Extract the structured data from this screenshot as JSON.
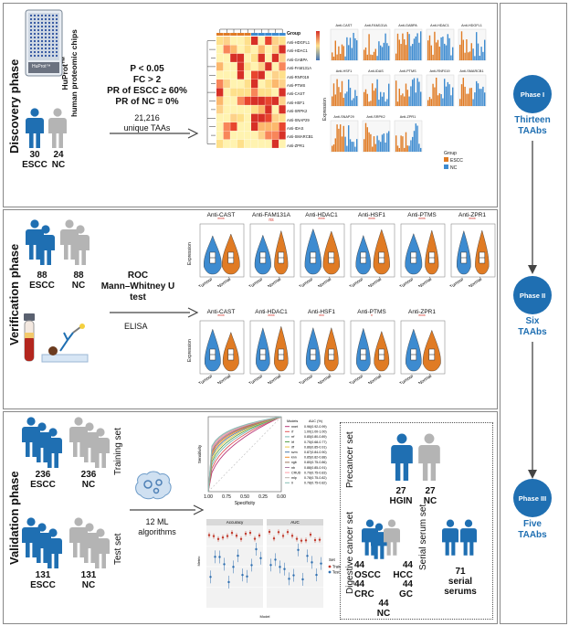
{
  "phases": {
    "discovery": {
      "label": "Discovery  phase",
      "chip_label": "HuProt™",
      "chip_text_line1": "HuProt™",
      "chip_text_line2": "human proteomic chips",
      "group1_n": "30",
      "group1_name": "ESCC",
      "group2_n": "24",
      "group2_name": "NC",
      "criteria": [
        "P < 0.05",
        "FC > 2",
        "PR of ESCC ≥ 60%",
        "PR of NC = 0%"
      ],
      "count_line1": "21,216",
      "count_line2": "unique TAAs",
      "heatmap_group_label": "Group",
      "heatmap_rows": [
        "Anti-HDGFL1",
        "Anti-HDAC1",
        "Anti-GABPA",
        "Anti-FAM131A",
        "Anti-RNF019",
        "Anti-PTMS",
        "Anti-CAST",
        "Anti-HSF1",
        "Anti-SRPK2",
        "Anti-SNAP29",
        "Anti-IDAS",
        "Anti-SMARCB1",
        "Anti-ZPR1"
      ],
      "mini_titles": [
        "Anti-CAST",
        "Anti-FAM131A",
        "Anti-GABPA",
        "Anti-HDAC1",
        "Anti-HDGFL1",
        "Anti-HSF1",
        "Anti-IDAS",
        "Anti-PTMS",
        "Anti-RNF019",
        "Anti-SMARCB1",
        "Anti-SNAP29",
        "Anti-SRPK2",
        "Anti-ZPR1"
      ],
      "mini_ylabel": "Expression",
      "legend_title": "Group",
      "legend_items": [
        "ESCC",
        "NC"
      ]
    },
    "verification": {
      "label": "Verification  phase",
      "group1_n": "88",
      "group1_name": "ESCC",
      "group2_n": "88",
      "group2_name": "NC",
      "method_line1": "ROC",
      "method_line2": "Mann–Whitney U",
      "method_line3": "test",
      "method_line4": "ELISA",
      "row1_titles": [
        "Anti-CAST",
        "Anti-FAM131A",
        "Anti-HDAC1",
        "Anti-HSF1",
        "Anti-PTMS",
        "Anti-ZPR1"
      ],
      "row1_sig": [
        "****",
        "ns",
        "****",
        "****",
        "****",
        "****"
      ],
      "row2_titles": [
        "Anti-CAST",
        "Anti-HDAC1",
        "Anti-HSF1",
        "Anti-PTMS",
        "Anti-ZPR1"
      ],
      "row2_sig": [
        "****",
        "****",
        "***",
        "*",
        "****"
      ],
      "ylabel": "Expression",
      "x_labels": [
        "Tumour",
        "Normal"
      ]
    },
    "validation": {
      "label": "Validation  phase",
      "train_n1": "236",
      "train_name1": "ESCC",
      "train_n2": "236",
      "train_name2": "NC",
      "test_n1": "131",
      "test_name1": "ESCC",
      "test_n2": "131",
      "test_name2": "NC",
      "training_set_label": "Training set",
      "test_set_label": "Test set",
      "ml_line1": "12 ML",
      "ml_line2": "algorithms",
      "roc_xlabel": "Specificity",
      "roc_ylabel": "Sensitivity",
      "roc_xticks": [
        "1.00",
        "0.75",
        "0.50",
        "0.25",
        "0.00"
      ],
      "roc_legend_header1": "Models",
      "roc_legend_header2": "AUC (%)",
      "roc_models": [
        {
          "name": "nnet",
          "auc": "0.96(0.92-0.99)"
        },
        {
          "name": "rf",
          "auc": "1.00(1.00-1.00)"
        },
        {
          "name": "rrf",
          "auc": "0.85(0.80-0.89)"
        },
        {
          "name": "lrf",
          "auc": "0.75(0.68-0.77)"
        },
        {
          "name": "rff",
          "auc": "0.86(0.85-0.91)"
        },
        {
          "name": "svm",
          "auc": "0.87(0.84-0.90)"
        },
        {
          "name": "knn",
          "auc": "0.85(0.82-0.88)"
        },
        {
          "name": "xgb",
          "auc": "0.80(0.75-0.86)"
        },
        {
          "name": "nb",
          "auc": "0.88(0.85-0.91)"
        },
        {
          "name": "CRUD",
          "auc": "0.79(0.75-0.83)"
        },
        {
          "name": "mlp",
          "auc": "0.78(0.75-0.82)"
        },
        {
          "name": "lr",
          "auc": "0.78(0.75-0.82)"
        }
      ],
      "facet_titles": [
        "Accuracy",
        "AUC"
      ],
      "perf_ylabel": "Metric",
      "perf_xlabel": "Model",
      "perf_legend_title": "Set",
      "perf_legend_items": [
        "Train",
        "Test"
      ],
      "precancer_label": "Precancer set",
      "precancer_n1": "27",
      "precancer_name1": "HGIN",
      "precancer_n2": "27",
      "precancer_name2": "NC",
      "digestive_label": "Digestive cancer set",
      "serial_label": "Serial serum set",
      "digestive_counts": [
        {
          "n": "44",
          "name": "OSCC"
        },
        {
          "n": "44",
          "name": "HCC"
        },
        {
          "n": "44",
          "name": "CRC"
        },
        {
          "n": "44",
          "name": "GC"
        },
        {
          "n": "44",
          "name": "NC"
        }
      ],
      "serial_n": "71",
      "serial_line1": "serial",
      "serial_line2": "serums"
    }
  },
  "timeline": [
    {
      "badge": "Phase I",
      "name_line1": "Thirteen",
      "name_line2": "TAAbs"
    },
    {
      "badge": "Phase II",
      "name_line1": "Six",
      "name_line2": "TAAbs"
    },
    {
      "badge": "Phase III",
      "name_line1": "Five",
      "name_line2": "TAAbs"
    }
  ],
  "colors": {
    "escc_blue": "#1f6fb2",
    "nc_grey": "#b4b4b4",
    "orange": "#e07b24",
    "violin_blue": "#3d8bd0",
    "heat_red": "#d73027",
    "heat_yellow": "#fee08b"
  },
  "icons": [
    "person-icon",
    "chip-icon",
    "arrow-icon",
    "brain-gear-icon",
    "blood-tube-icon",
    "antibody-icon",
    "microplate-icon"
  ]
}
